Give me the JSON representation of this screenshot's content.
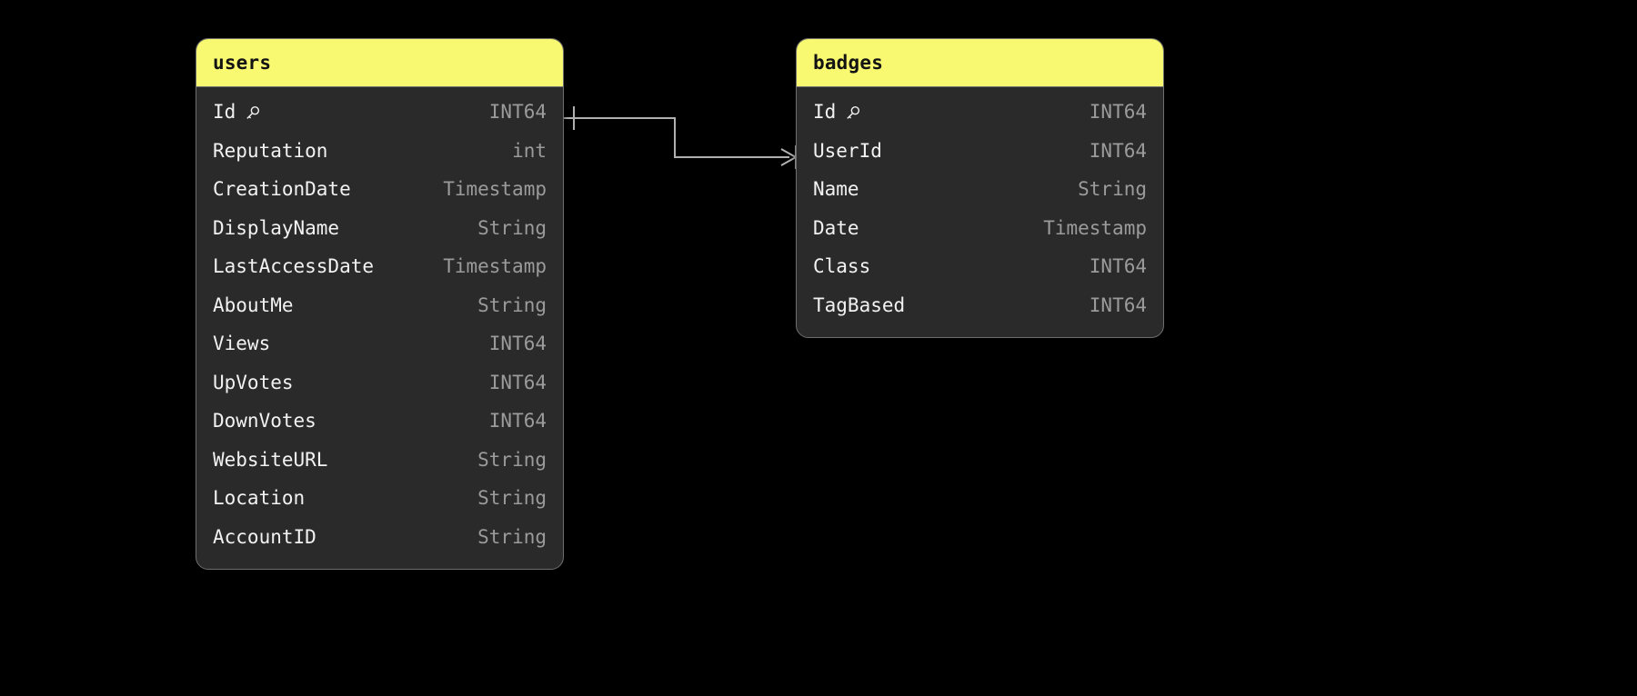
{
  "diagram": {
    "type": "entity-relationship-diagram",
    "background_color": "#000000",
    "header_color": "#f8f871",
    "body_color": "#2a2a2a",
    "border_color": "#6e6e6e",
    "name_text_color": "#f2f2f2",
    "type_text_color": "#9b9b9b",
    "connector_color": "#b0b0b0"
  },
  "tables": [
    {
      "name": "users",
      "fields": [
        {
          "name": "Id",
          "type": "INT64",
          "primary_key": true,
          "key_icon": "key-icon"
        },
        {
          "name": "Reputation",
          "type": "int",
          "primary_key": false
        },
        {
          "name": "CreationDate",
          "type": "Timestamp",
          "primary_key": false
        },
        {
          "name": "DisplayName",
          "type": "String",
          "primary_key": false
        },
        {
          "name": "LastAccessDate",
          "type": "Timestamp",
          "primary_key": false
        },
        {
          "name": "AboutMe",
          "type": "String",
          "primary_key": false
        },
        {
          "name": "Views",
          "type": "INT64",
          "primary_key": false
        },
        {
          "name": "UpVotes",
          "type": "INT64",
          "primary_key": false
        },
        {
          "name": "DownVotes",
          "type": "INT64",
          "primary_key": false
        },
        {
          "name": "WebsiteURL",
          "type": "String",
          "primary_key": false
        },
        {
          "name": "Location",
          "type": "String",
          "primary_key": false
        },
        {
          "name": "AccountID",
          "type": "String",
          "primary_key": false
        }
      ]
    },
    {
      "name": "badges",
      "fields": [
        {
          "name": "Id",
          "type": "INT64",
          "primary_key": true,
          "key_icon": "key-icon"
        },
        {
          "name": "UserId",
          "type": "INT64",
          "primary_key": false
        },
        {
          "name": "Name",
          "type": "String",
          "primary_key": false
        },
        {
          "name": "Date",
          "type": "Timestamp",
          "primary_key": false
        },
        {
          "name": "Class",
          "type": "INT64",
          "primary_key": false
        },
        {
          "name": "TagBased",
          "type": "INT64",
          "primary_key": false
        }
      ]
    }
  ],
  "relationships": [
    {
      "from_table": "users",
      "from_field": "Id",
      "to_table": "badges",
      "to_field": "UserId",
      "from_cardinality": "one",
      "to_cardinality": "many"
    }
  ]
}
